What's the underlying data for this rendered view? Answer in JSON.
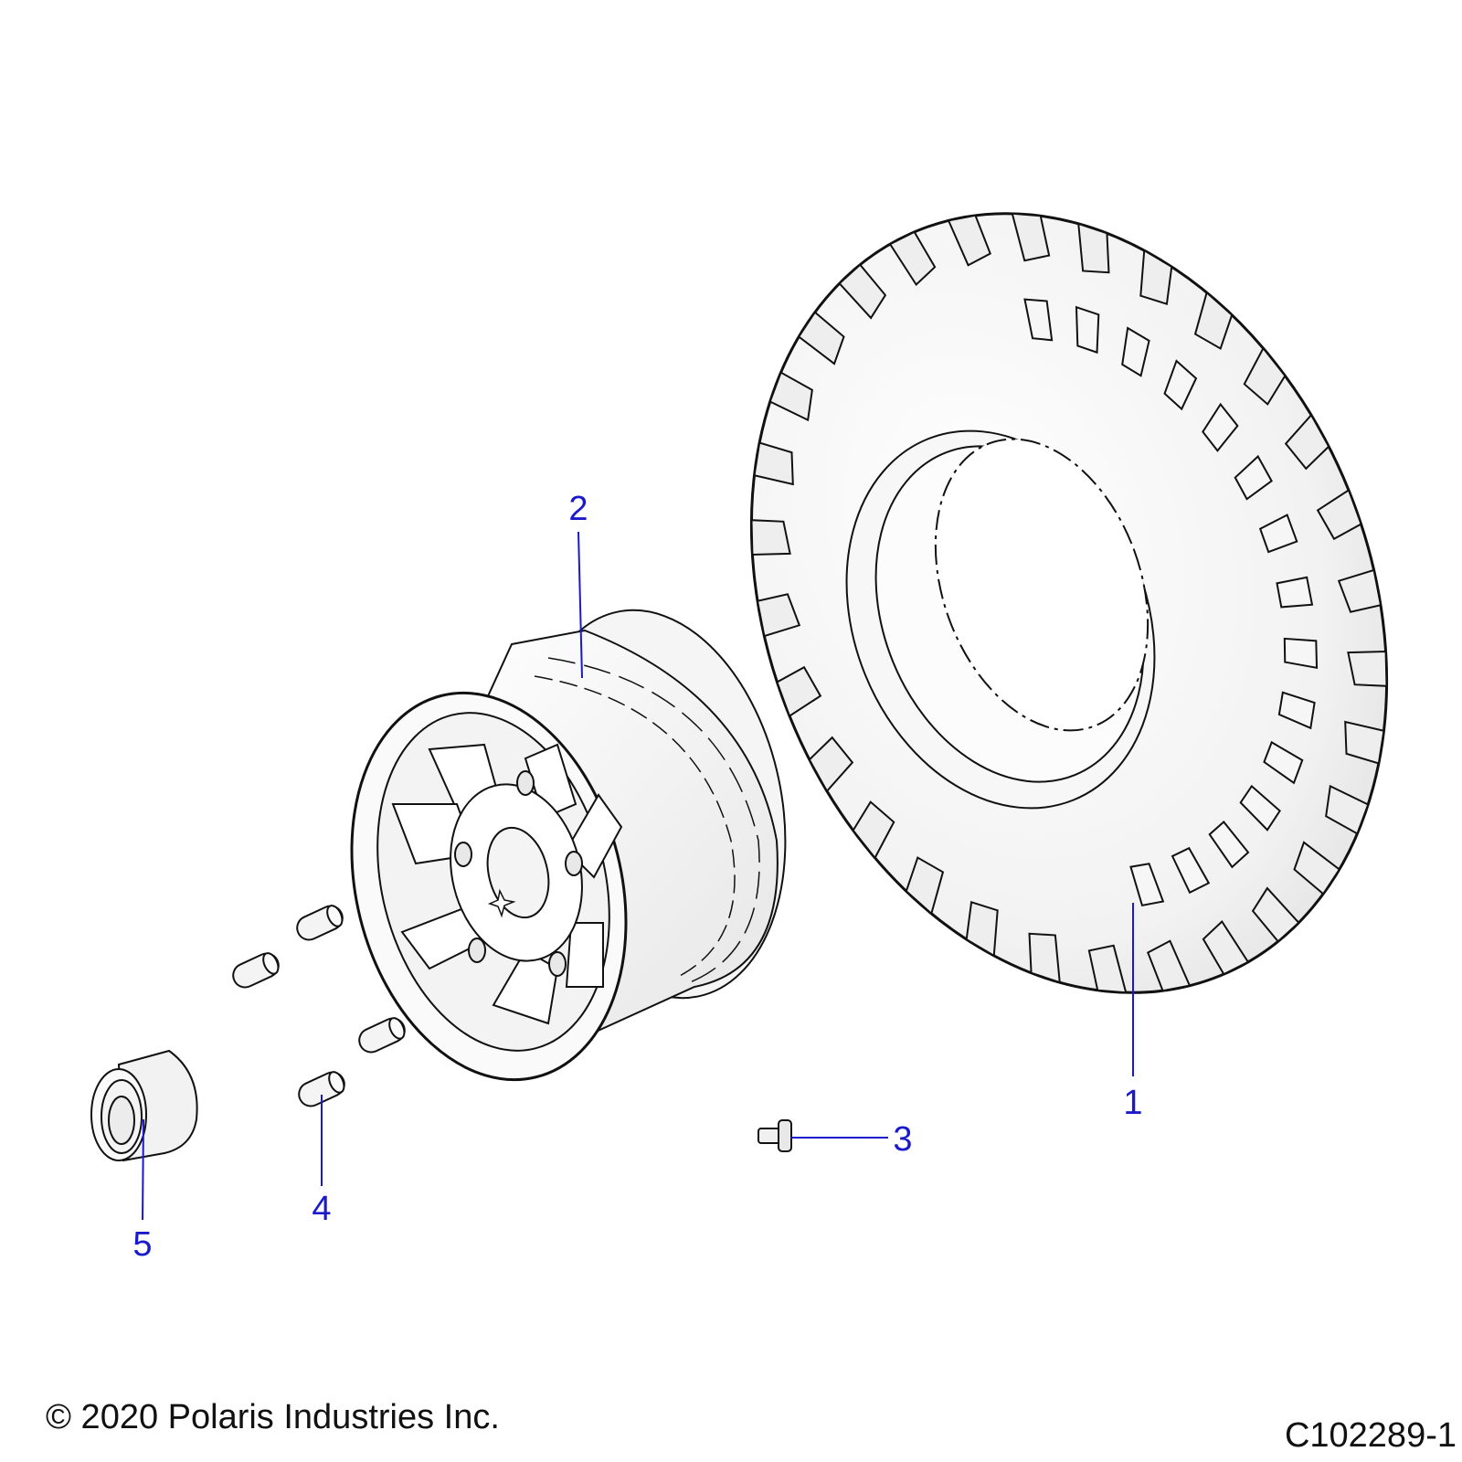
{
  "colors": {
    "callout": "#1a1acc",
    "line_art": "#111111",
    "fill": "#f3f3f3",
    "background": "#ffffff"
  },
  "callouts": [
    {
      "id": "1",
      "label": "1",
      "part": "tire"
    },
    {
      "id": "2",
      "label": "2",
      "part": "wheel-rim"
    },
    {
      "id": "3",
      "label": "3",
      "part": "valve-stem"
    },
    {
      "id": "4",
      "label": "4",
      "part": "lug-nut"
    },
    {
      "id": "5",
      "label": "5",
      "part": "hub-cap"
    }
  ],
  "footer": {
    "copyright": "© 2020 Polaris Industries Inc.",
    "drawing_id": "C102289-1"
  }
}
